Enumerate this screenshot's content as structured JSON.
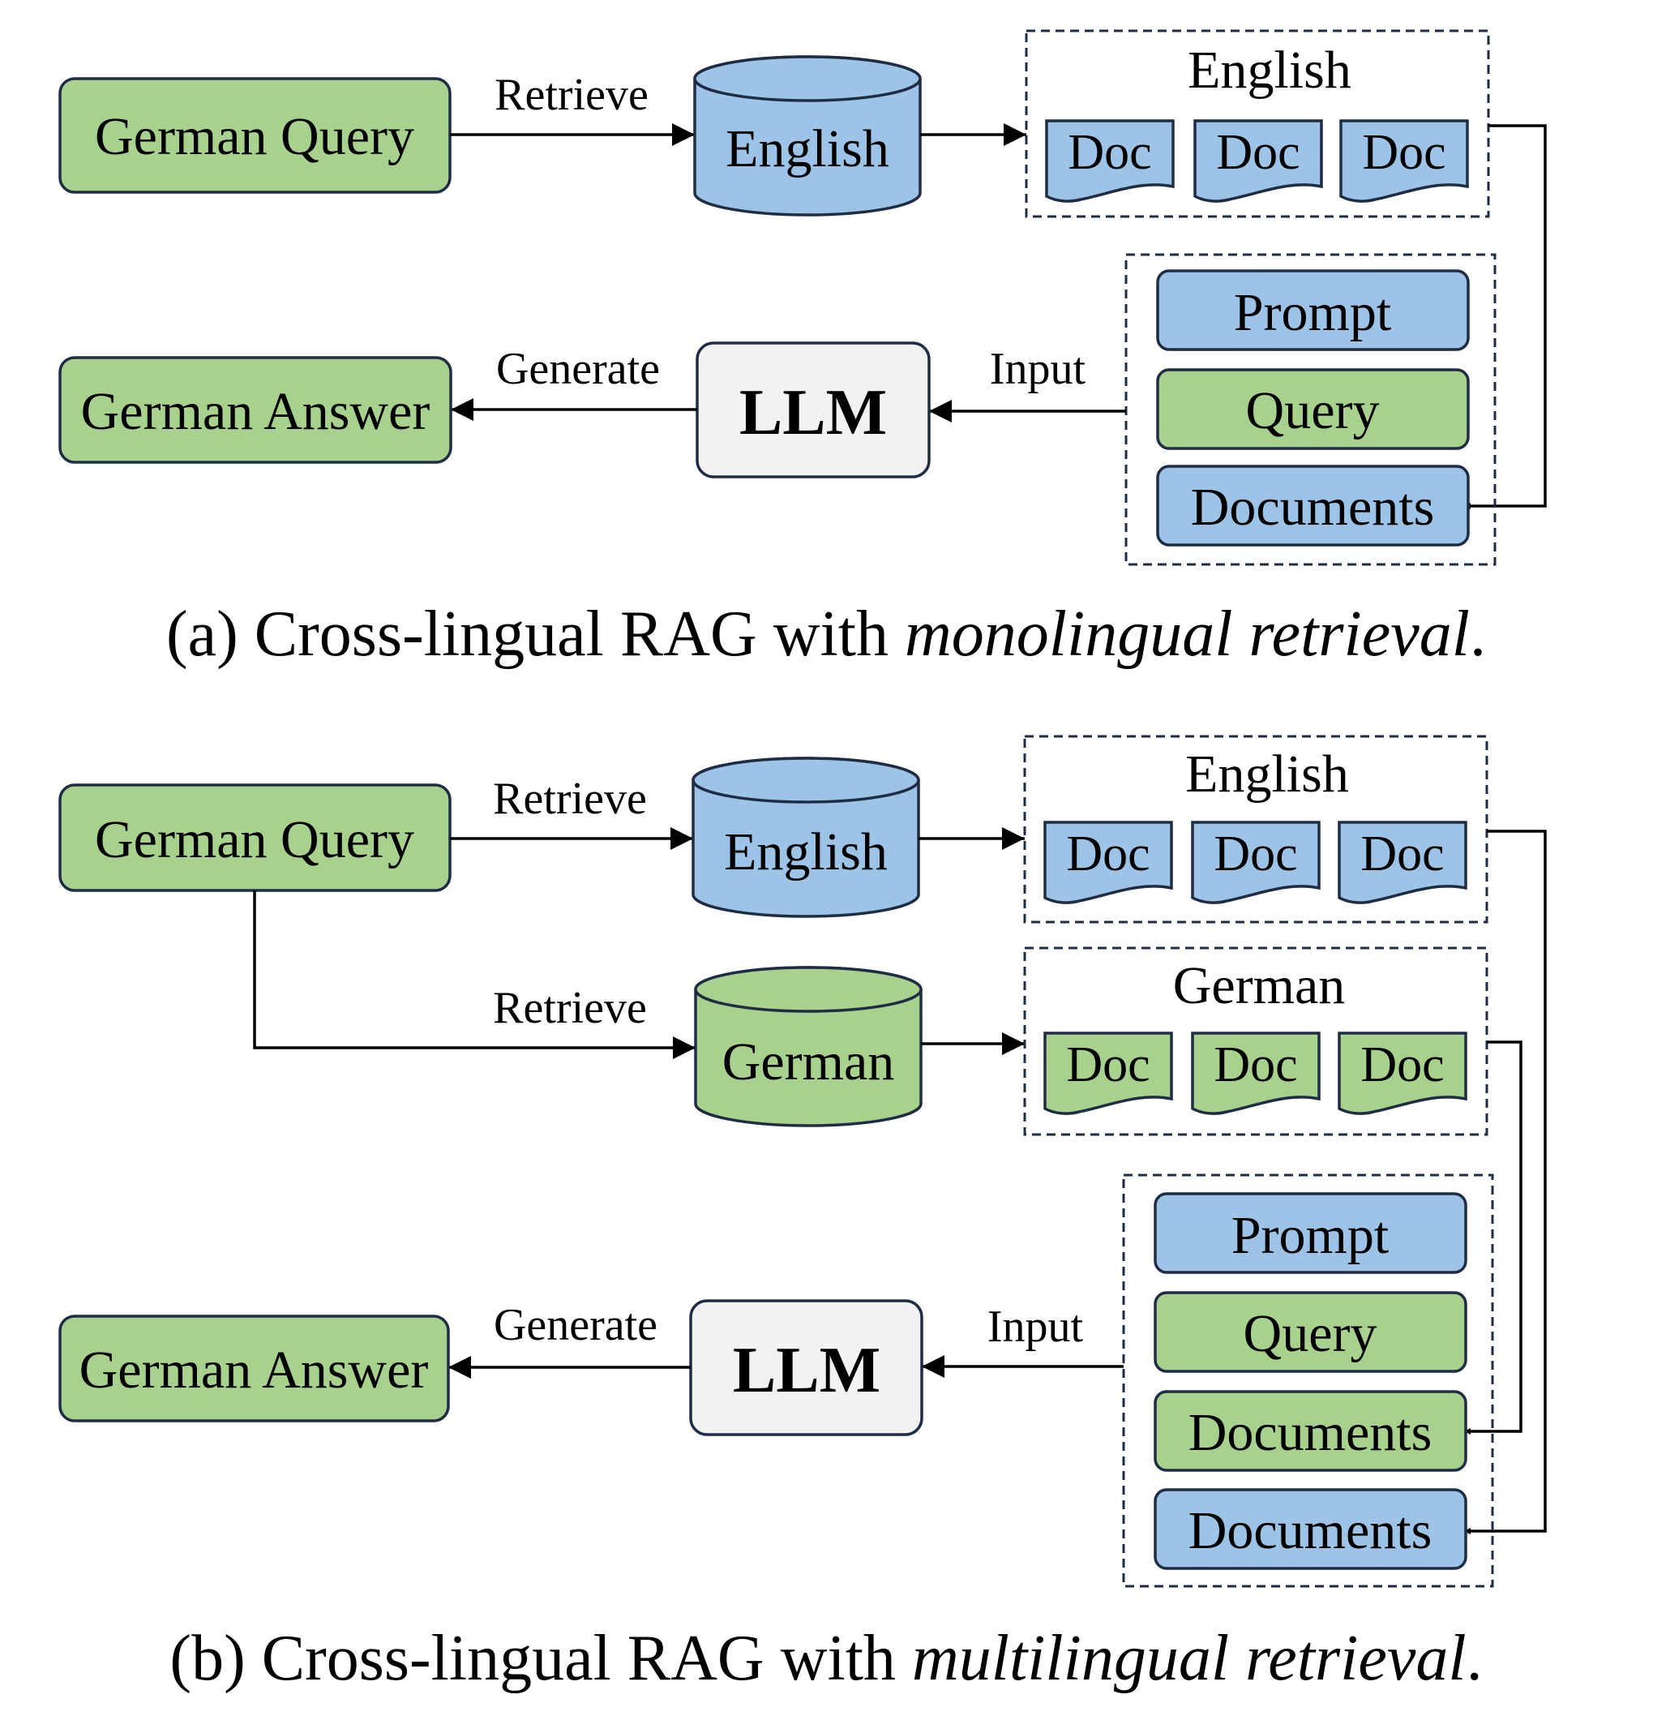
{
  "colors": {
    "green": "#a9d18e",
    "blue": "#9dc3e6",
    "llm_fill": "#f2f2f2",
    "outline": "#1f2d44"
  },
  "panel_a": {
    "query": "German Query",
    "retrieve": "Retrieve",
    "db": "English",
    "docs_group": "English",
    "doc": "Doc",
    "prompt": "Prompt",
    "query_item": "Query",
    "documents": "Documents",
    "input": "Input",
    "llm": "LLM",
    "generate": "Generate",
    "answer": "German Answer",
    "caption_prefix": "(a) Cross-lingual RAG with ",
    "caption_emph": "monolingual retrieval",
    "caption_suffix": "."
  },
  "panel_b": {
    "query": "German Query",
    "retrieve_1": "Retrieve",
    "retrieve_2": "Retrieve",
    "db_en": "English",
    "db_de": "German",
    "docs_group_en": "English",
    "docs_group_de": "German",
    "doc": "Doc",
    "prompt": "Prompt",
    "query_item": "Query",
    "documents_de": "Documents",
    "documents_en": "Documents",
    "input": "Input",
    "llm": "LLM",
    "generate": "Generate",
    "answer": "German Answer",
    "caption_prefix": "(b) Cross-lingual RAG with ",
    "caption_emph": "multilingual retrieval",
    "caption_suffix": "."
  }
}
